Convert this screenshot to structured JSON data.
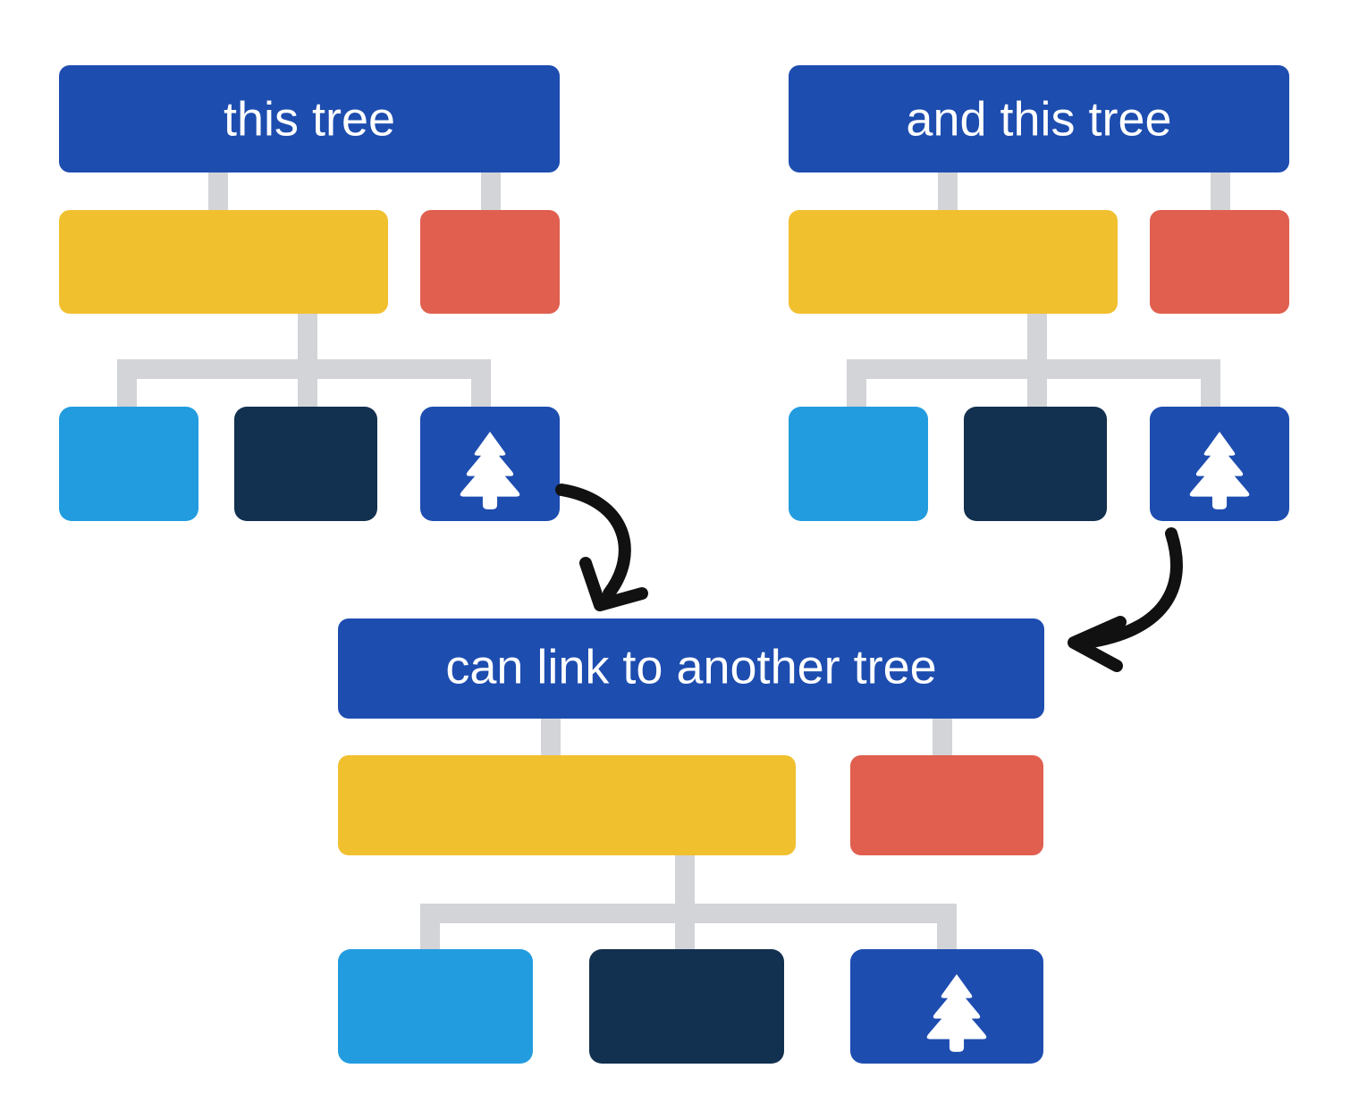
{
  "diagram": {
    "type": "tree-linking-diagram",
    "background_color": "#FFFFFF",
    "palette": {
      "primary_blue": "#1E4DB0",
      "yellow": "#F1C02F",
      "red": "#E05F4F",
      "light_blue": "#229CDF",
      "navy": "#12304F",
      "connector_gray": "#D2D4D8",
      "arrow_black": "#111111",
      "label_text": "#FFFFFF"
    },
    "trees": [
      {
        "id": "tree-left",
        "root_label": "this tree",
        "children": [
          {
            "name": "yellow-node",
            "color": "#F1C02F"
          },
          {
            "name": "red-node",
            "color": "#E05F4F"
          }
        ],
        "grandchildren": [
          {
            "name": "light-blue-node",
            "color": "#229CDF",
            "icon": ""
          },
          {
            "name": "navy-node",
            "color": "#12304F",
            "icon": ""
          },
          {
            "name": "blue-tree-node",
            "color": "#1E4DB0",
            "icon": "tree-icon"
          }
        ]
      },
      {
        "id": "tree-right",
        "root_label": "and this tree",
        "children": [
          {
            "name": "yellow-node",
            "color": "#F1C02F"
          },
          {
            "name": "red-node",
            "color": "#E05F4F"
          }
        ],
        "grandchildren": [
          {
            "name": "light-blue-node",
            "color": "#229CDF",
            "icon": ""
          },
          {
            "name": "navy-node",
            "color": "#12304F",
            "icon": ""
          },
          {
            "name": "blue-tree-node",
            "color": "#1E4DB0",
            "icon": "tree-icon"
          }
        ]
      },
      {
        "id": "tree-bottom",
        "root_label": "can link to another tree",
        "children": [
          {
            "name": "yellow-node",
            "color": "#F1C02F"
          },
          {
            "name": "red-node",
            "color": "#E05F4F"
          }
        ],
        "grandchildren": [
          {
            "name": "light-blue-node",
            "color": "#229CDF",
            "icon": ""
          },
          {
            "name": "navy-node",
            "color": "#12304F",
            "icon": ""
          },
          {
            "name": "blue-tree-node",
            "color": "#1E4DB0",
            "icon": "tree-icon"
          }
        ]
      }
    ],
    "links": [
      {
        "id": "link-left",
        "name": "curved-arrow-left",
        "from": "tree-left.blue-tree-node",
        "to": "tree-bottom.root",
        "direction": "down-left"
      },
      {
        "id": "link-right",
        "name": "curved-arrow-right",
        "from": "tree-right.blue-tree-node",
        "to": "tree-bottom.root",
        "direction": "down-left"
      }
    ]
  }
}
